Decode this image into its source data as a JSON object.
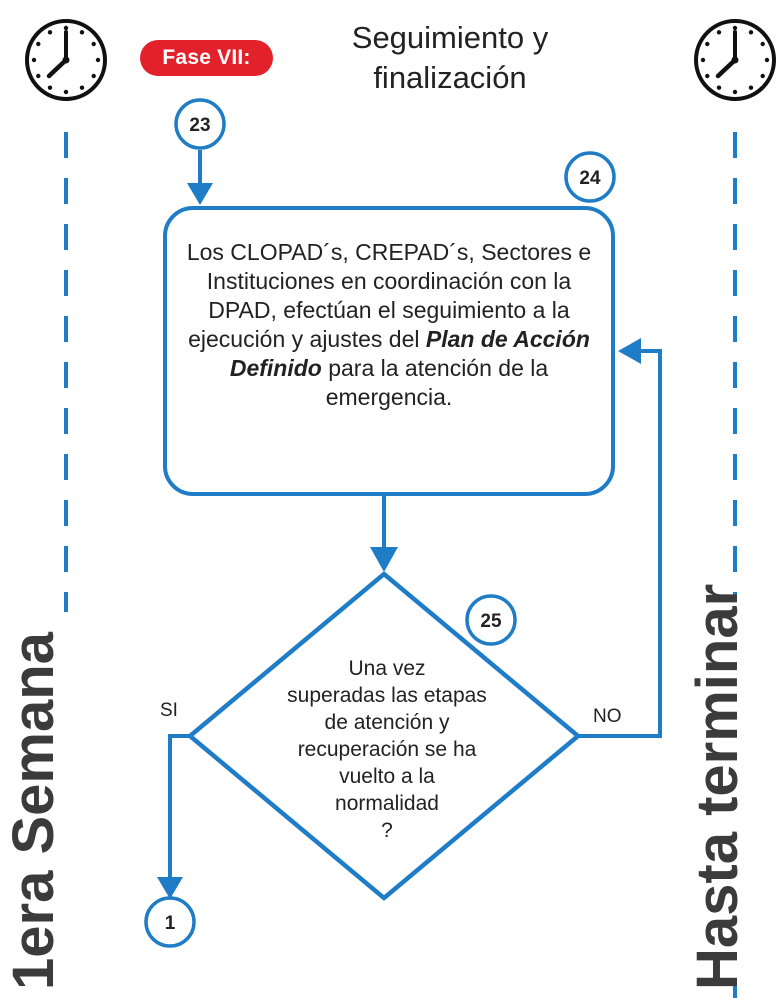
{
  "phase": {
    "badge": "Fase VII:",
    "title_line1": "Seguimiento y",
    "title_line2": "finalización"
  },
  "side_labels": {
    "left": "1era Semana",
    "right": "Hasta terminar"
  },
  "connectors": {
    "in": "23",
    "step": "24",
    "decision": "25",
    "out": "1"
  },
  "step_box": {
    "text_part1": "Los CLOPAD´s, CREPAD´s, Sectores e Instituciones en coordinación con la DPAD, efectúan el seguimiento a la ejecución y ajustes del ",
    "text_bold": "Plan de Acción Definido",
    "text_part2": " para la atención de la emergencia."
  },
  "decision": {
    "lines": [
      "Una vez",
      "superadas las etapas",
      "de atención y",
      "recuperación se ha",
      "vuelto a la",
      "normalidad",
      "?"
    ],
    "yes_label": "SI",
    "no_label": "NO"
  },
  "colors": {
    "flow_blue": "#1f7cc6",
    "badge_red": "#e3212b",
    "clock_dark": "#111111"
  },
  "icons": {
    "clock": "clock-icon"
  }
}
